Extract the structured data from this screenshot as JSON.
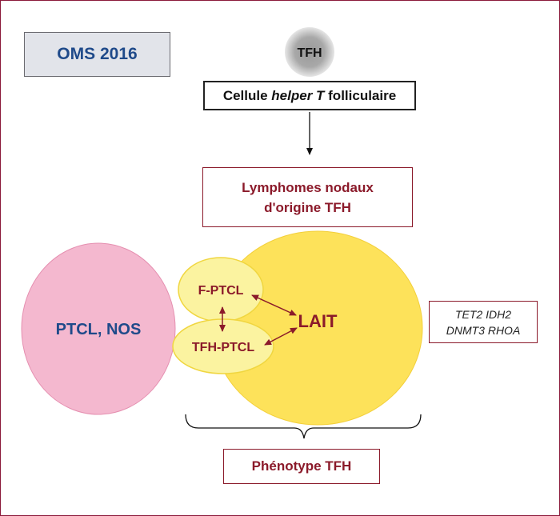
{
  "oms_label": "OMS 2016",
  "tfh_node": "TFH",
  "cellule": {
    "pre": "Cellule ",
    "italic": "helper T",
    "post": " folliculaire"
  },
  "lymphomes": {
    "line1": "Lymphomes nodaux",
    "line2": "d'origine TFH"
  },
  "ptcl_nos": "PTCL, NOS",
  "lait": "LAIT",
  "f_ptcl": "F-PTCL",
  "tfh_ptcl": "TFH-PTCL",
  "genes": {
    "line1": "TET2 IDH2",
    "line2": "DNMT3 RHOA"
  },
  "phenotype": "Phénotype TFH",
  "colors": {
    "frame": "#8b1a3a",
    "pink": "#f4b8cf",
    "yellow": "#fde25a",
    "pale_yellow": "#fbf3a0",
    "title_blue": "#1f4a8a",
    "dark_red": "#8b1a2a"
  }
}
